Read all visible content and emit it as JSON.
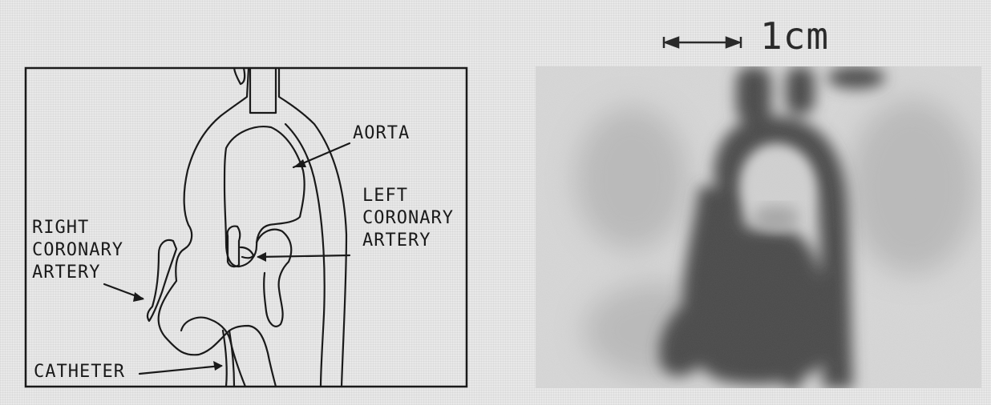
{
  "schematic": {
    "labels": {
      "aorta": "AORTA",
      "left_coronary_line1": "LEFT",
      "left_coronary_line2": "CORONARY",
      "left_coronary_line3": "ARTERY",
      "right_coronary_line1": "RIGHT",
      "right_coronary_line2": "CORONARY",
      "right_coronary_line3": "ARTERY",
      "catheter": "CATHETER"
    }
  },
  "radiograph": {
    "scale_label": "1cm"
  },
  "colors": {
    "ink": "#1a1a1a",
    "background": "#e8e8e8",
    "film_light": "#d4d4d4",
    "vessel_dark": "#4a4a4a"
  }
}
